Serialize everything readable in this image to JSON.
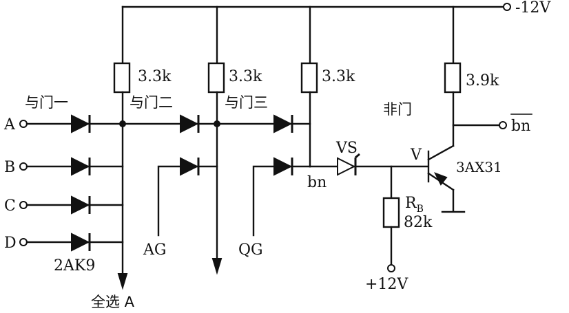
{
  "supply": {
    "negative": "-12V",
    "positive": "+12V"
  },
  "inputs": [
    "A",
    "B",
    "C",
    "D"
  ],
  "diode_and1": "2AK9",
  "gates": {
    "and1": "与门一",
    "and2": "与门二",
    "and3": "与门三",
    "not": "非门"
  },
  "resistors": {
    "r1": "3.3k",
    "r2": "3.3k",
    "r3": "3.3k",
    "r4": "3.9k",
    "rb_name": "R",
    "rb_sub": "B",
    "rb_value": "82k"
  },
  "nodes": {
    "bn": "bn",
    "output_bn": "bn",
    "ag": "AG",
    "qg": "QG"
  },
  "zener": "VS",
  "transistor": {
    "name": "V",
    "model": "3AX31"
  },
  "output_allselect": "全选 A"
}
